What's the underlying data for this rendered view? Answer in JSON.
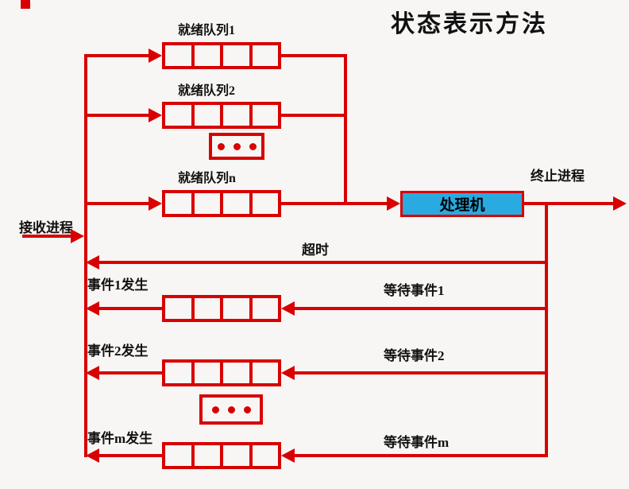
{
  "title": "状态表示方法",
  "colors": {
    "line": "#d80000",
    "processor_fill": "#29aae1",
    "text": "#111111",
    "background": "#f7f6f4"
  },
  "receive_label": "接收进程",
  "terminate_label": "终止进程",
  "timeout_label": "超时",
  "processor": {
    "label": "处理机"
  },
  "ready_queues": [
    {
      "label": "就绪队列1"
    },
    {
      "label": "就绪队列2"
    },
    {
      "label": "就绪队列n"
    }
  ],
  "event_rows": [
    {
      "occur_label": "事件1发生",
      "wait_label": "等待事件1"
    },
    {
      "occur_label": "事件2发生",
      "wait_label": "等待事件2"
    },
    {
      "occur_label": "事件m发生",
      "wait_label": "等待事件m"
    }
  ]
}
